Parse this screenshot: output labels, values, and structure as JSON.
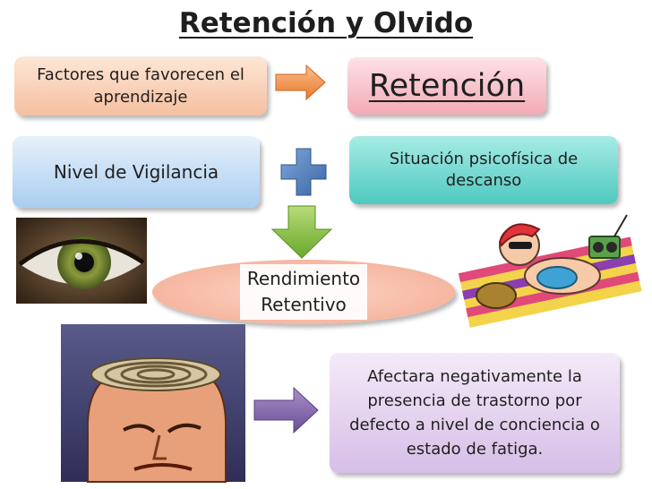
{
  "title": "Retención y Olvido",
  "factors": {
    "line1": "Factores que favorecen el",
    "line2": "aprendizaje"
  },
  "retencion": "Retención",
  "vigilancia": "Nivel de Vigilancia",
  "descanso": {
    "line1": "Situación psicofísica de",
    "line2": "descanso"
  },
  "rendimiento": {
    "line1": "Rendimiento",
    "line2": "Retentivo"
  },
  "afectara": {
    "line1": "Afectara negativamente la",
    "line2": "presencia de trastorno por",
    "line3": "defecto a nivel de conciencia o",
    "line4": "estado de fatiga."
  },
  "colors": {
    "arrow_orange": "#f79646",
    "arrow_green": "#8cc63f",
    "arrow_purple": "#8064a2",
    "plus_blue": "#4f81bd"
  }
}
